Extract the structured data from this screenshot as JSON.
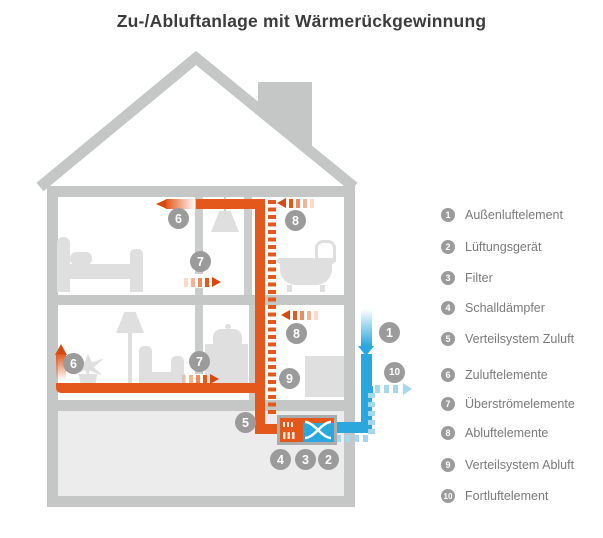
{
  "title": "Zu-/Abluftanlage mit Wärmerückgewinnung",
  "legend": {
    "items": [
      {
        "num": "1",
        "label": "Außenluftelement"
      },
      {
        "num": "2",
        "label": "Lüftungsgerät"
      },
      {
        "num": "3",
        "label": "Filter"
      },
      {
        "num": "4",
        "label": "Schalldämpfer"
      },
      {
        "num": "5",
        "label": "Verteilsystem Zuluft"
      },
      {
        "num": "6",
        "label": "Zuluftelemente"
      },
      {
        "num": "7",
        "label": "Überströmelemente"
      },
      {
        "num": "8",
        "label": "Abluftelemente"
      },
      {
        "num": "9",
        "label": "Verteilsystem Abluft"
      },
      {
        "num": "10",
        "label": "Fortluftelement"
      }
    ]
  },
  "diagram": {
    "markers": [
      {
        "num": "1",
        "meaning": "Außenluftelement"
      },
      {
        "num": "2",
        "meaning": "Lüftungsgerät"
      },
      {
        "num": "3",
        "meaning": "Filter"
      },
      {
        "num": "4",
        "meaning": "Schalldämpfer"
      },
      {
        "num": "5",
        "meaning": "Verteilsystem Zuluft"
      },
      {
        "num": "6",
        "meaning": "Zuluftelement Schlafzimmer"
      },
      {
        "num": "6",
        "meaning": "Zuluftelement Wohnzimmer"
      },
      {
        "num": "7",
        "meaning": "Überströmelement Obergeschoss"
      },
      {
        "num": "7",
        "meaning": "Überströmelement Erdgeschoss"
      },
      {
        "num": "8",
        "meaning": "Abluftelement Bad"
      },
      {
        "num": "8",
        "meaning": "Abluftelement Küche"
      },
      {
        "num": "9",
        "meaning": "Verteilsystem Abluft"
      },
      {
        "num": "10",
        "meaning": "Fortluftelement"
      }
    ],
    "colors": {
      "supply_air_orange": "#E4581C",
      "arrow_dark_orange": "#D64A10",
      "outdoor_air_blue": "#2BA7DE",
      "exhaust_air_light_blue": "#A6D7EF",
      "structure_gray": "#C5C6C6",
      "furniture_gray": "#DFDFDF",
      "basement_gray": "#ECECEC",
      "marker_gray": "#9B9B9B",
      "title_text": "#3C3C3C",
      "legend_text": "#7A7A7A"
    }
  }
}
